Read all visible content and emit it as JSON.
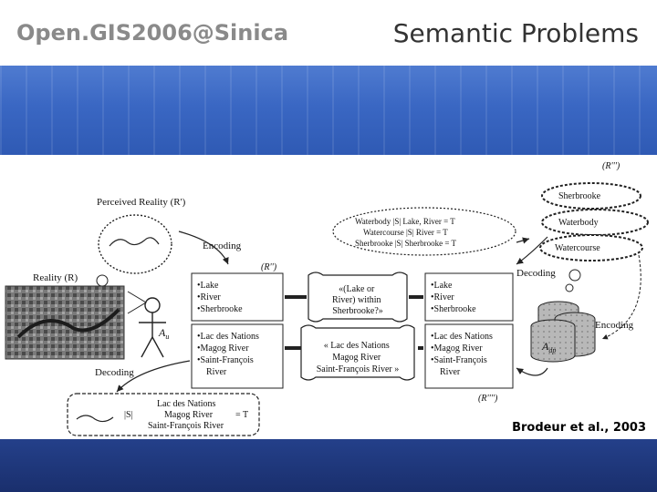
{
  "header": {
    "brand": "Open.GIS2006@Sinica",
    "title": "Semantic Problems"
  },
  "diagram": {
    "perceived_reality": "Perceived Reality (R')",
    "reality": "Reality (R)",
    "encoding_left": "Encoding",
    "decoding_left": "Decoding",
    "encoding_right": "Encoding",
    "decoding_right": "Decoding",
    "r_double": "(R'')",
    "r_triple": "(R''')",
    "r_quad": "(R'''')",
    "agent_label": "A",
    "agent_sub": "u",
    "db_label": "A",
    "db_sub": "dp",
    "left_box1": [
      "•Lake",
      "•River",
      "•Sherbrooke"
    ],
    "left_box2": [
      "•Lac des Nations",
      "•Magog River",
      "•Saint-François",
      "River"
    ],
    "right_box1": [
      "•Lake",
      "•River",
      "•Sherbrooke"
    ],
    "right_box2": [
      "•Lac des Nations",
      "•Magog River",
      "•Saint-François",
      "River"
    ],
    "scroll_top": [
      "«(Lake or",
      "River) within",
      "Sherbrooke?»"
    ],
    "scroll_bottom": [
      "« Lac des Nations",
      "Magog River",
      "Saint-François River »"
    ],
    "equations": [
      "Waterbody |S| Lake, River = T",
      "Watercourse |S| River = T",
      "Sherbrooke |S| Sherbrooke = T"
    ],
    "clouds_right": [
      "Sherbrooke",
      "Waterbody",
      "Watercourse"
    ],
    "bottom_box": {
      "line1": "Lac des Nations",
      "op": "|S|",
      "line2": "Magog River",
      "eq": "= T",
      "line3": "Saint-François River"
    }
  },
  "citation": "Brodeur et al., 2003"
}
